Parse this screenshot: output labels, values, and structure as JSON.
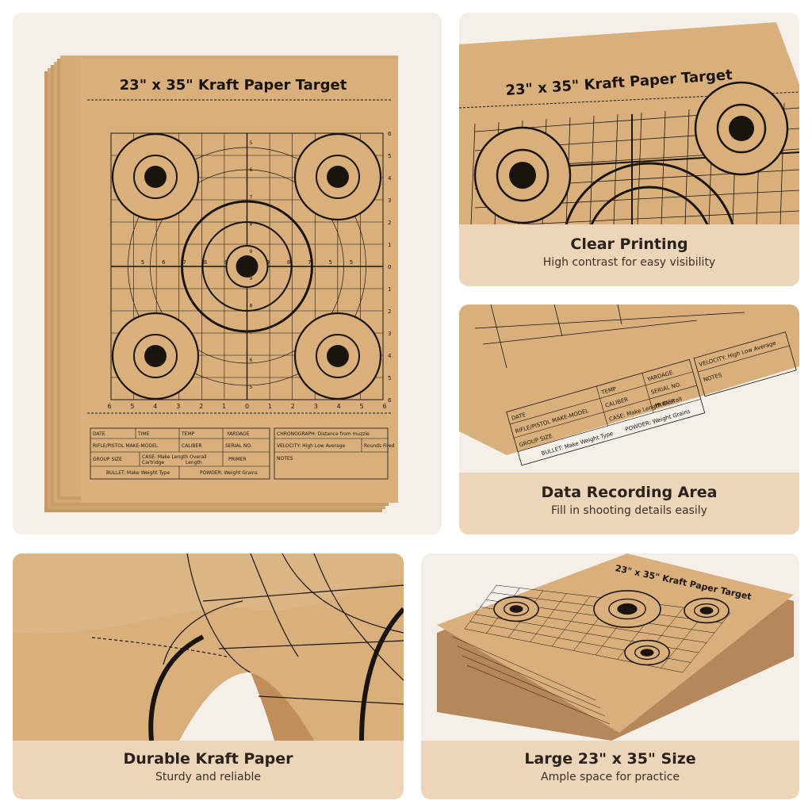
{
  "target": {
    "title": "23\" x 35\" Kraft Paper Target",
    "ring_numbers_top": [
      "5",
      "6",
      "7",
      "8",
      "9",
      "9",
      "8",
      "7",
      "6",
      "5"
    ],
    "ring_numbers_horizontal": [
      "5",
      "6",
      "7",
      "8",
      "9",
      "0",
      "9",
      "8",
      "7",
      "5",
      "5"
    ],
    "bottom_scale": [
      "6",
      "5",
      "4",
      "3",
      "2",
      "1",
      "0",
      "1",
      "2",
      "3",
      "4",
      "5",
      "6"
    ],
    "side_scale": [
      "6",
      "5",
      "4",
      "3",
      "2",
      "1",
      "0",
      "1",
      "2",
      "3",
      "4",
      "5",
      "6"
    ]
  },
  "form": {
    "date": "DATE",
    "time": "TIME",
    "temp": "TEMP",
    "yardage": "YARDAGE",
    "chronograph": "CHRONOGRAPH: Distance from muzzle",
    "rifle": "RIFLE/PISTOL MAKE-MODEL",
    "caliber": "CALIBER",
    "serial": "SERIAL NO.",
    "velocity": "VELOCITY: High  Low  Average",
    "rounds": "Rounds Fired",
    "group": "GROUP SIZE",
    "case": "CASE: Make  Length Overall",
    "cartridge": "Cartridge",
    "length": "Length",
    "primer": "PRIMER",
    "notes": "NOTES",
    "bullet": "BULLET: Make  Weight Type",
    "powder": "POWDER: Weight Grains"
  },
  "captions": {
    "clear_printing": {
      "title": "Clear Printing",
      "sub": "High contrast for easy visibility"
    },
    "data_area": {
      "title": "Data Recording Area",
      "sub": "Fill in shooting details easily"
    },
    "durable": {
      "title": "Durable Kraft Paper",
      "sub": "Sturdy and reliable"
    },
    "large": {
      "title": "Large 23\" x 35\" Size",
      "sub": "Ample space for practice"
    }
  },
  "colors": {
    "kraft": "#d9b07c",
    "kraft_dark": "#c99d68",
    "ink": "#1a140f",
    "panel_bg": "#f4efe8",
    "caption_bg": "#ecd5b8"
  }
}
